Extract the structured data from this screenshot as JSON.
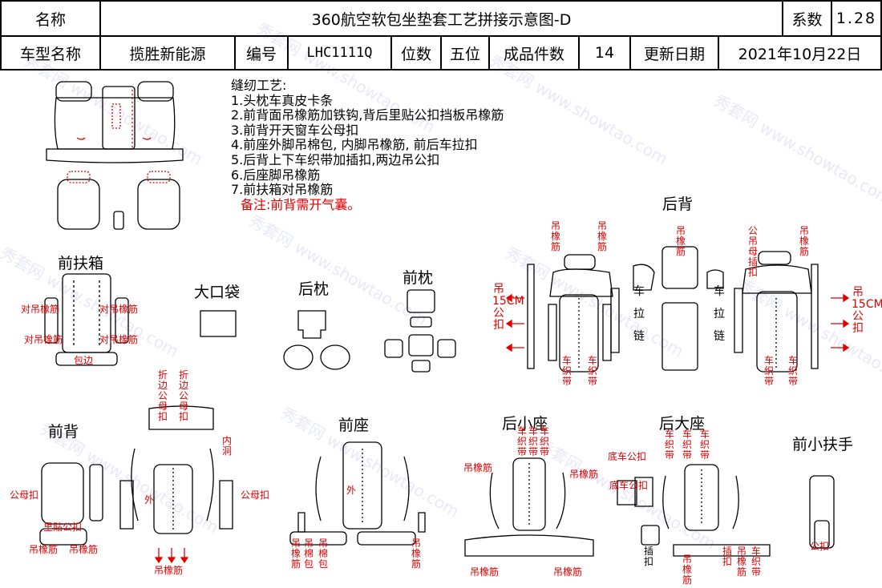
{
  "header": {
    "name_label": "名称",
    "title": "360航空软包坐垫套工艺拼接示意图-D",
    "coef_label": "系数",
    "coef_value": "1.28",
    "model_label": "车型名称",
    "model_value": "揽胜新能源",
    "code_label": "编号",
    "code_value": "LHC1111Q",
    "seats_label": "位数",
    "seats_value": "五位",
    "pieces_label": "成品件数",
    "pieces_value": "14",
    "date_label": "更新日期",
    "date_value": "2021年10月22日"
  },
  "notes": {
    "title": "缝纫工艺:",
    "items": [
      "1.头枕车真皮卡条",
      "2.前背面吊橡筋加铁钩,背后里贴公扣挡板吊橡筋",
      "3.前背开天窗车公母扣",
      "4.前座外脚吊棉包, 内脚吊橡筋, 前后车拉扣",
      "5.后背上下车织带加插扣,两边吊公扣",
      "6.后座脚吊橡筋",
      "7.前扶箱对吊橡筋"
    ],
    "remark": "备注:前背需开气囊。"
  },
  "sections": {
    "front_armrest": "前扶箱",
    "big_pocket": "大口袋",
    "rear_headrest": "后枕",
    "front_headrest": "前枕",
    "rear_back": "后背",
    "front_back": "前背",
    "front_seat": "前座",
    "rear_small_seat": "后小座",
    "rear_big_seat": "后大座",
    "front_small_armrest": "前小扶手"
  },
  "annotations": {
    "armrest_pair": "对吊橡筋",
    "armrest_wrap": "包边",
    "bao_bian": "包边",
    "hang_band": "吊橡筋",
    "hang_15cm": "吊15CM公扣",
    "car_pull": "车拉链",
    "webbing": "车织带",
    "gong_mu": "公吊母插扣",
    "fold_wrap": "折边公母扣",
    "inner_hole": "内洞",
    "male_female": "公母扣",
    "back_stick": "里贴公扣",
    "outer": "外",
    "hang_cotton": "吊棉包",
    "bottom_buckle": "底车公扣",
    "insert": "插扣",
    "webbing_row": "车织带",
    "gong_kou": "公扣"
  },
  "watermark": "秀套网 www.showtao.com",
  "colors": {
    "accent": "#e00000",
    "line": "#000000",
    "watermark": "#9696dc"
  }
}
